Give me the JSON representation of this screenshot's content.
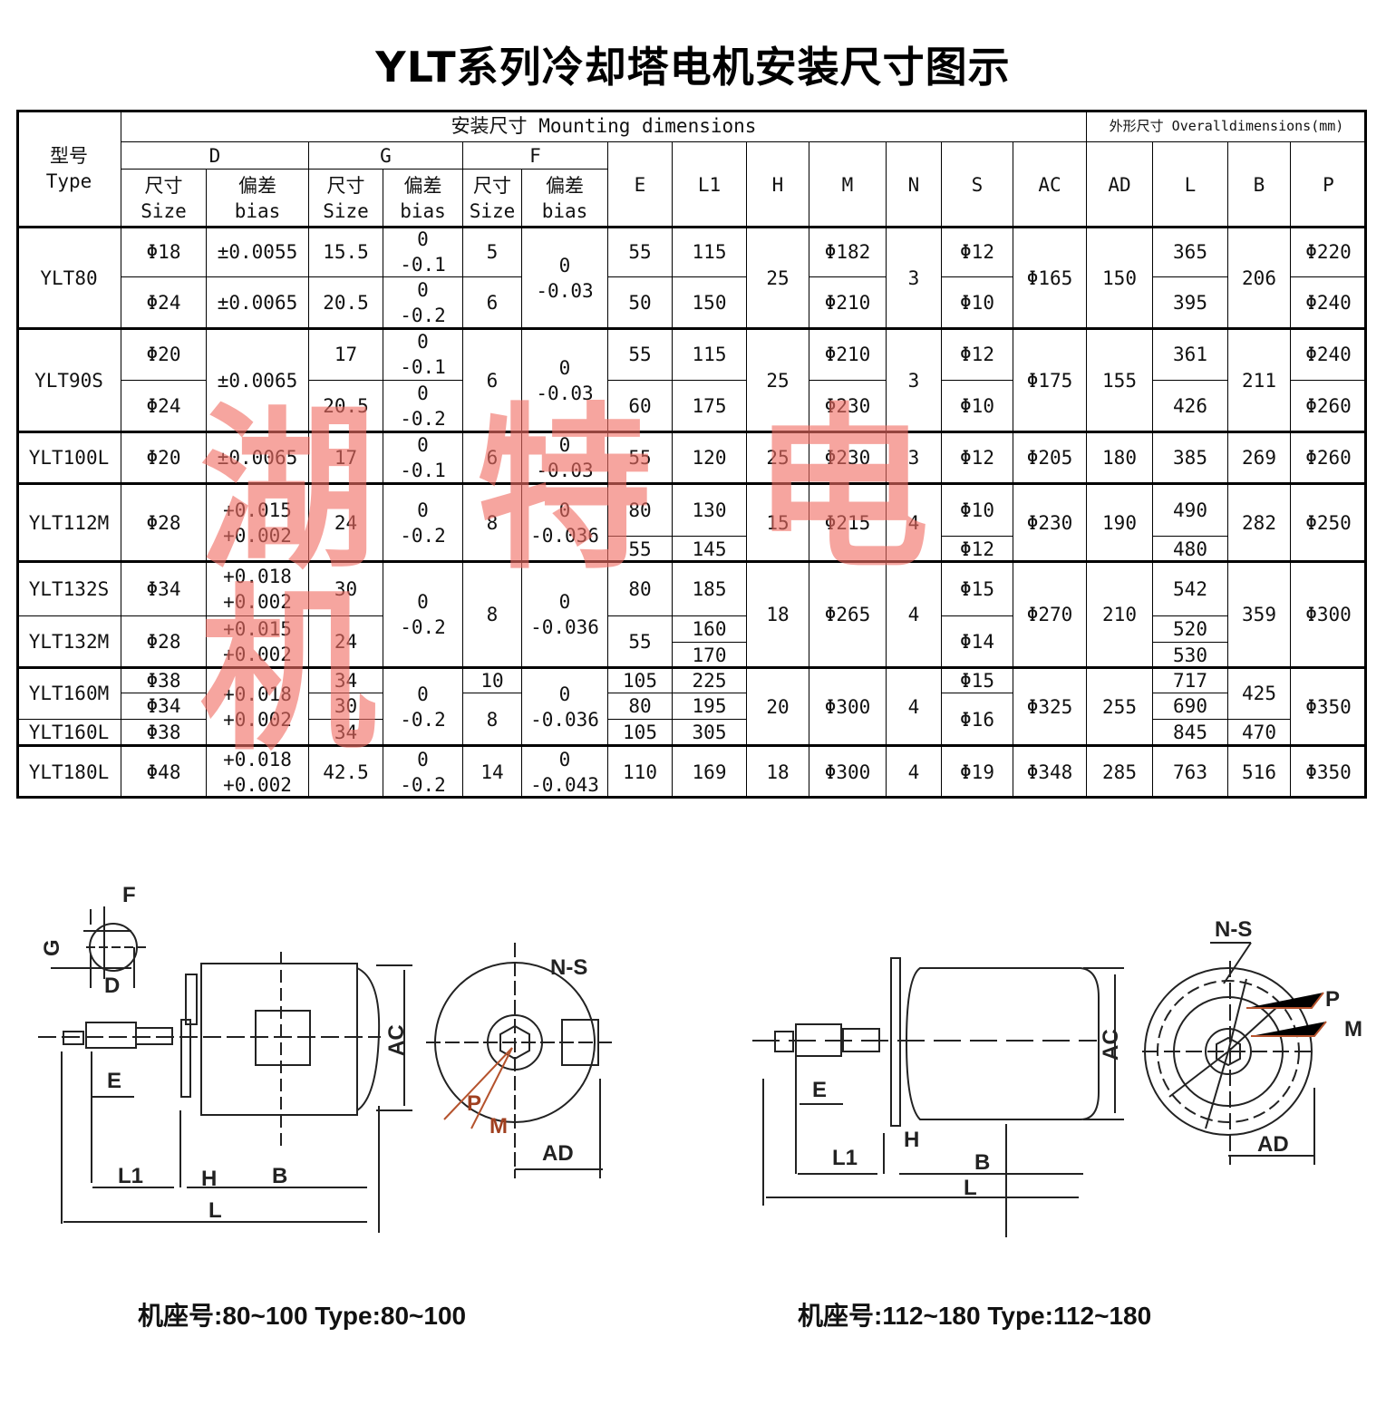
{
  "title": "YLT系列冷却塔电机安装尺寸图示",
  "watermark": "湖特电机",
  "header": {
    "type_cn": "型号",
    "type_en": "Type",
    "mounting": "安装尺寸 Mounting dimensions",
    "overall": "外形尺寸 Overalldimensions(mm)",
    "D": "D",
    "G": "G",
    "F": "F",
    "size_cn": "尺寸",
    "size_en": "Size",
    "bias_cn": "偏差",
    "bias_en": "bias",
    "E": "E",
    "L1": "L1",
    "H": "H",
    "M": "M",
    "N": "N",
    "S": "S",
    "AC": "AC",
    "AD": "AD",
    "L": "L",
    "B": "B",
    "P": "P"
  },
  "rows": {
    "ylt80": {
      "type": "YLT80",
      "D": [
        "Φ18",
        "Φ24"
      ],
      "D_bias": [
        "±0.0055",
        "±0.0065"
      ],
      "G": [
        "15.5",
        "20.5"
      ],
      "G_bias": [
        [
          "0",
          "-0.1"
        ],
        [
          "0",
          "-0.2"
        ]
      ],
      "F": [
        "5",
        "6"
      ],
      "F_bias": [
        "0",
        "-0.03"
      ],
      "E": [
        "55",
        "50"
      ],
      "L1": [
        "115",
        "150"
      ],
      "H": "25",
      "M": [
        "Φ182",
        "Φ210"
      ],
      "N": "3",
      "S": [
        "Φ12",
        "Φ10"
      ],
      "AC": "Φ165",
      "AD": "150",
      "L": [
        "365",
        "395"
      ],
      "B": "206",
      "P": [
        "Φ220",
        "Φ240"
      ]
    },
    "ylt90s": {
      "type": "YLT90S",
      "D": [
        "Φ20",
        "Φ24"
      ],
      "D_bias": "±0.0065",
      "G": [
        "17",
        "20.5"
      ],
      "G_bias": [
        [
          "0",
          "-0.1"
        ],
        [
          "0",
          "-0.2"
        ]
      ],
      "F": "6",
      "F_bias": [
        "0",
        "-0.03"
      ],
      "E": [
        "55",
        "60"
      ],
      "L1": [
        "115",
        "175"
      ],
      "H": "25",
      "M": [
        "Φ210",
        "Φ230"
      ],
      "N": "3",
      "S": [
        "Φ12",
        "Φ10"
      ],
      "AC": "Φ175",
      "AD": "155",
      "L": [
        "361",
        "426"
      ],
      "B": "211",
      "P": [
        "Φ240",
        "Φ260"
      ]
    },
    "ylt100l": {
      "type": "YLT100L",
      "D": "Φ20",
      "D_bias": "±0.0065",
      "G": "17",
      "G_bias": [
        "0",
        "-0.1"
      ],
      "F": "6",
      "F_bias": [
        "0",
        "-0.03"
      ],
      "E": "55",
      "L1": "120",
      "H": "25",
      "M": "Φ230",
      "N": "3",
      "S": "Φ12",
      "AC": "Φ205",
      "AD": "180",
      "L": "385",
      "B": "269",
      "P": "Φ260"
    },
    "ylt112m": {
      "type": "YLT112M",
      "D": "Φ28",
      "D_bias": [
        "+0.015",
        "+0.002"
      ],
      "G": "24",
      "G_bias": [
        "0",
        "-0.2"
      ],
      "F": "8",
      "F_bias": [
        "0",
        "-0.036"
      ],
      "E": [
        "80",
        "55"
      ],
      "L1": [
        "130",
        "145"
      ],
      "H": "15",
      "M": "Φ215",
      "N": "4",
      "S": [
        "Φ10",
        "Φ12"
      ],
      "AC": "Φ230",
      "AD": "190",
      "L": [
        "490",
        "480"
      ],
      "B": "282",
      "P": "Φ250"
    },
    "ylt132": {
      "types": [
        "YLT132S",
        "YLT132M"
      ],
      "D": [
        "Φ34",
        "Φ28"
      ],
      "D_bias": [
        [
          "+0.018",
          "+0.002"
        ],
        [
          "+0.015",
          "+0.002"
        ]
      ],
      "G": [
        "30",
        "24"
      ],
      "G_bias": [
        "0",
        "-0.2"
      ],
      "F": "8",
      "F_bias": [
        "0",
        "-0.036"
      ],
      "E": [
        "80",
        "55"
      ],
      "L1": [
        "185",
        "160",
        "170"
      ],
      "H": "18",
      "M": "Φ265",
      "N": "4",
      "S": [
        "Φ15",
        "Φ14"
      ],
      "AC": "Φ270",
      "AD": "210",
      "L": [
        "542",
        "520",
        "530"
      ],
      "B": "359",
      "P": "Φ300"
    },
    "ylt160": {
      "types": [
        "YLT160M",
        "YLT160L"
      ],
      "D": [
        "Φ38",
        "Φ34",
        "Φ38"
      ],
      "D_bias": [
        "+0.018",
        "+0.002"
      ],
      "G": [
        "34",
        "30",
        "34"
      ],
      "G_bias": [
        "0",
        "-0.2"
      ],
      "F": [
        "10",
        "8"
      ],
      "F_bias": [
        "0",
        "-0.036"
      ],
      "E": [
        "105",
        "80",
        "105"
      ],
      "L1": [
        "225",
        "195",
        "305"
      ],
      "H": "20",
      "M": "Φ300",
      "N": "4",
      "S": [
        "Φ15",
        "Φ16"
      ],
      "AC": "Φ325",
      "AD": "255",
      "L": [
        "717",
        "690",
        "845"
      ],
      "B": [
        "425",
        "470"
      ],
      "P": "Φ350"
    },
    "ylt180l": {
      "type": "YLT180L",
      "D": "Φ48",
      "D_bias": [
        "+0.018",
        "+0.002"
      ],
      "G": "42.5",
      "G_bias": [
        "0",
        "-0.2"
      ],
      "F": "14",
      "F_bias": [
        "0",
        "-0.043"
      ],
      "E": "110",
      "L1": "169",
      "H": "18",
      "M": "Φ300",
      "N": "4",
      "S": "Φ19",
      "AC": "Φ348",
      "AD": "285",
      "L": "763",
      "B": "516",
      "P": "Φ350"
    }
  },
  "diagrams": {
    "small": {
      "labels": {
        "F": "F",
        "G": "G",
        "D": "D",
        "E": "E",
        "L1": "L1",
        "H": "H",
        "B": "B",
        "L": "L",
        "AC": "AC",
        "NS": "N-S",
        "P": "P",
        "M": "M",
        "AD": "AD"
      },
      "caption": "机座号:80~100   Type:80~100"
    },
    "large": {
      "labels": {
        "E": "E",
        "L1": "L1",
        "H": "H",
        "B": "B",
        "L": "L",
        "AC": "AC",
        "NS": "N-S",
        "P": "P",
        "M": "M",
        "AD": "AD"
      },
      "caption": "机座号:112~180   Type:112~180"
    }
  },
  "colors": {
    "watermark": "#f06e64",
    "pm_leader": "#b5532d"
  }
}
